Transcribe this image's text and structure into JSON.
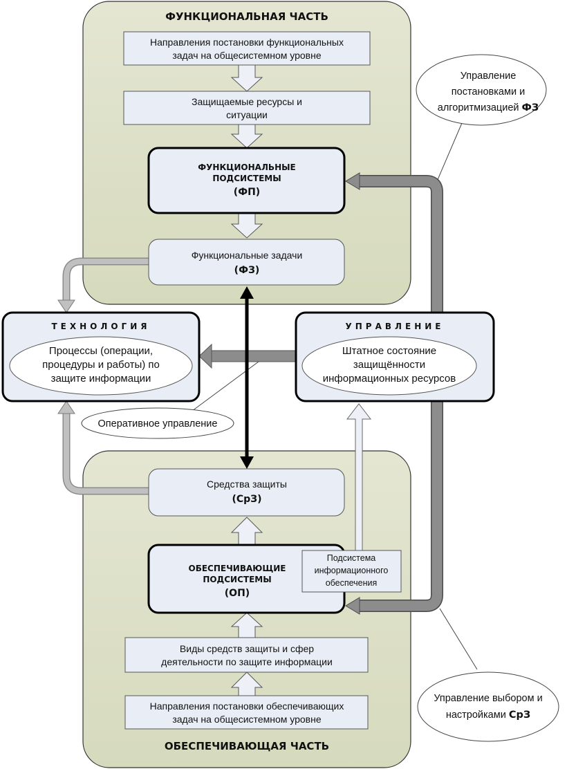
{
  "title_top": "ФУНКЦИОНАЛЬНАЯ ЧАСТЬ",
  "title_bottom": "ОБЕСПЕЧИВАЮЩАЯ ЧАСТЬ",
  "func": {
    "directions_l1": "Направления постановки функциональных",
    "directions_l2": "задач на общесистемном уровне",
    "resources_l1": "Защищаемые ресурсы и",
    "resources_l2": "ситуации",
    "subsys_l1": "ФУНКЦИОНАЛЬНЫЕ",
    "subsys_l2": "ПОДСИСТЕМЫ",
    "subsys_l3": "(ФП)",
    "tasks_l1": "Функциональные задачи",
    "tasks_l2": "(ФЗ)"
  },
  "tech": {
    "title": "ТЕХНОЛОГИЯ",
    "l1": "Процессы (операции,",
    "l2": "процедуры и работы) по",
    "l3": "защите информации"
  },
  "mgmt": {
    "title": "УПРАВЛЕНИЕ",
    "l1": "Штатное состояние",
    "l2": "защищённости",
    "l3": "информационных ресурсов"
  },
  "callouts": {
    "top_l1": "Управление",
    "top_l2": "постановками и",
    "top_l3": "алгоритмизацией ",
    "top_l3_bold": "ФЗ",
    "operative": "Оперативное управление",
    "bottom_l1": "Управление выбором и",
    "bottom_l2": "настройками ",
    "bottom_l2_bold": "СрЗ"
  },
  "supp": {
    "means_l1": "Средства защиты",
    "means_l2": "(СрЗ)",
    "subsys_l1": "ОБЕСПЕЧИВАЮЩИЕ",
    "subsys_l2": "ПОДСИСТЕМЫ",
    "subsys_l3": "(ОП)",
    "info_l1": "Подсистема",
    "info_l2": "информационного",
    "info_l3": "обеспечения",
    "kinds_l1": "Виды средств защиты и сфер",
    "kinds_l2": "деятельности по защите информации",
    "directions_l1": "Направления постановки обеспечивающих",
    "directions_l2": "задач на общесистемном уровне"
  },
  "colors": {
    "part_bg": "#dde0c8",
    "box_bg": "#e9eef6",
    "pipe": "#8c8c8c",
    "pipe_light": "#b9b9b9"
  }
}
